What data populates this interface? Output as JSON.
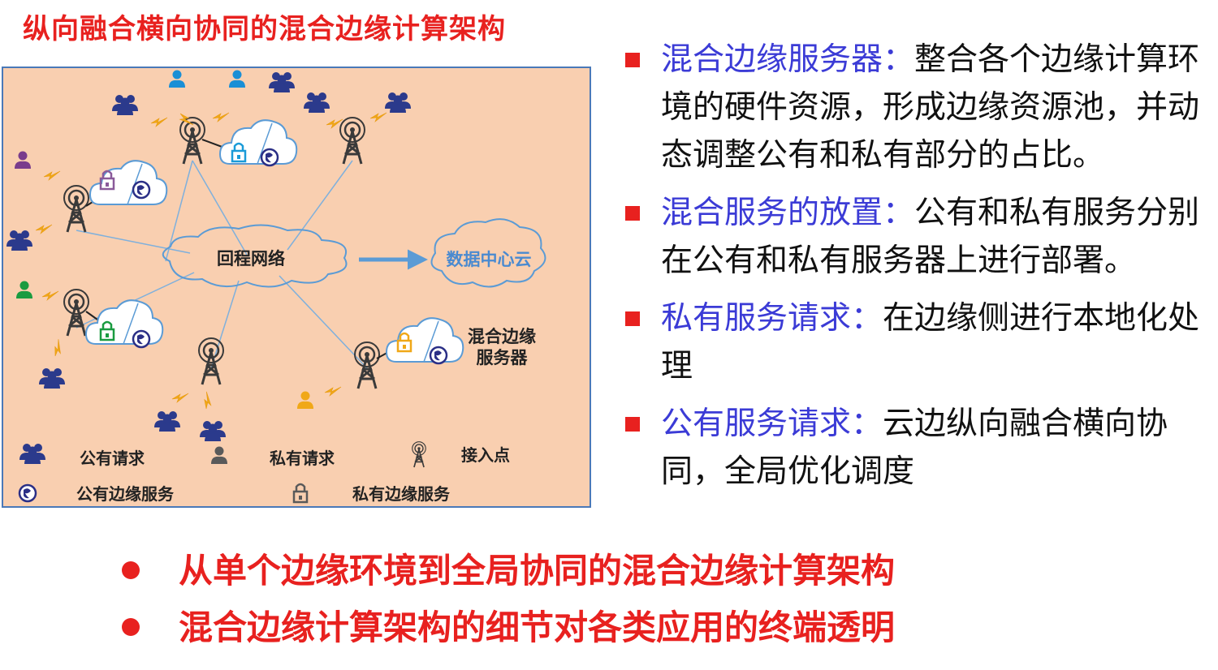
{
  "title": "纵向融合横向协同的混合边缘计算架构",
  "diagram": {
    "backhaul": "回程网络",
    "datacenter": "数据中心云",
    "hybrid_server_line1": "混合边缘",
    "hybrid_server_line2": "服务器",
    "legend": {
      "public_request": "公有请求",
      "private_request": "私有请求",
      "access_point": "接入点",
      "public_edge_service": "公有边缘服务",
      "private_edge_service": "私有边缘服务"
    },
    "colors": {
      "background": "#f9cfb0",
      "border": "#4a79b8",
      "tower": "#3a3a3a",
      "cloud_stroke": "#5b9bd5",
      "lightning": "#f0a818",
      "public_user": "#2b3a8c",
      "private_user": "#5a5a5a"
    }
  },
  "bullets": [
    {
      "term": "混合边缘服务器",
      "sep": "：",
      "desc": "整合各个边缘计算环境的硬件资源，形成边缘资源池，并动态调整公有和私有部分的占比。"
    },
    {
      "term": "混合服务的放置",
      "sep": "：",
      "desc": "公有和私有服务分别在公有和私有服务器上进行部署。"
    },
    {
      "term": "私有服务请求",
      "sep": "：",
      "desc": "在边缘侧进行本地化处理"
    },
    {
      "term": "公有服务请求",
      "sep": "：",
      "desc": "云边纵向融合横向协同，全局优化调度"
    }
  ],
  "conclusions": [
    "从单个边缘环境到全局协同的混合边缘计算架构",
    "混合边缘计算架构的细节对各类应用的终端透明"
  ]
}
